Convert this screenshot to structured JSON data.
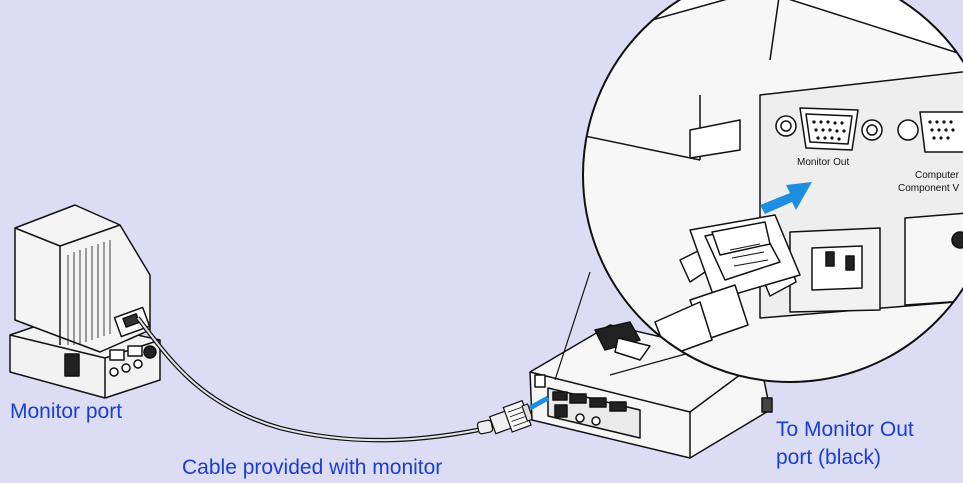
{
  "captions": {
    "monitor_port": "Monitor port",
    "cable": "Cable provided with monitor",
    "to_port_line1": "To Monitor Out",
    "to_port_line2": "port (black)"
  },
  "zoom_labels": {
    "monitor_out": "Monitor Out",
    "computer_line1": "Computer",
    "computer_line2": "Component V"
  },
  "colors": {
    "background": "#dcdcf4",
    "caption_text": "#1a3fcf",
    "arrow": "#1e8fe0"
  }
}
